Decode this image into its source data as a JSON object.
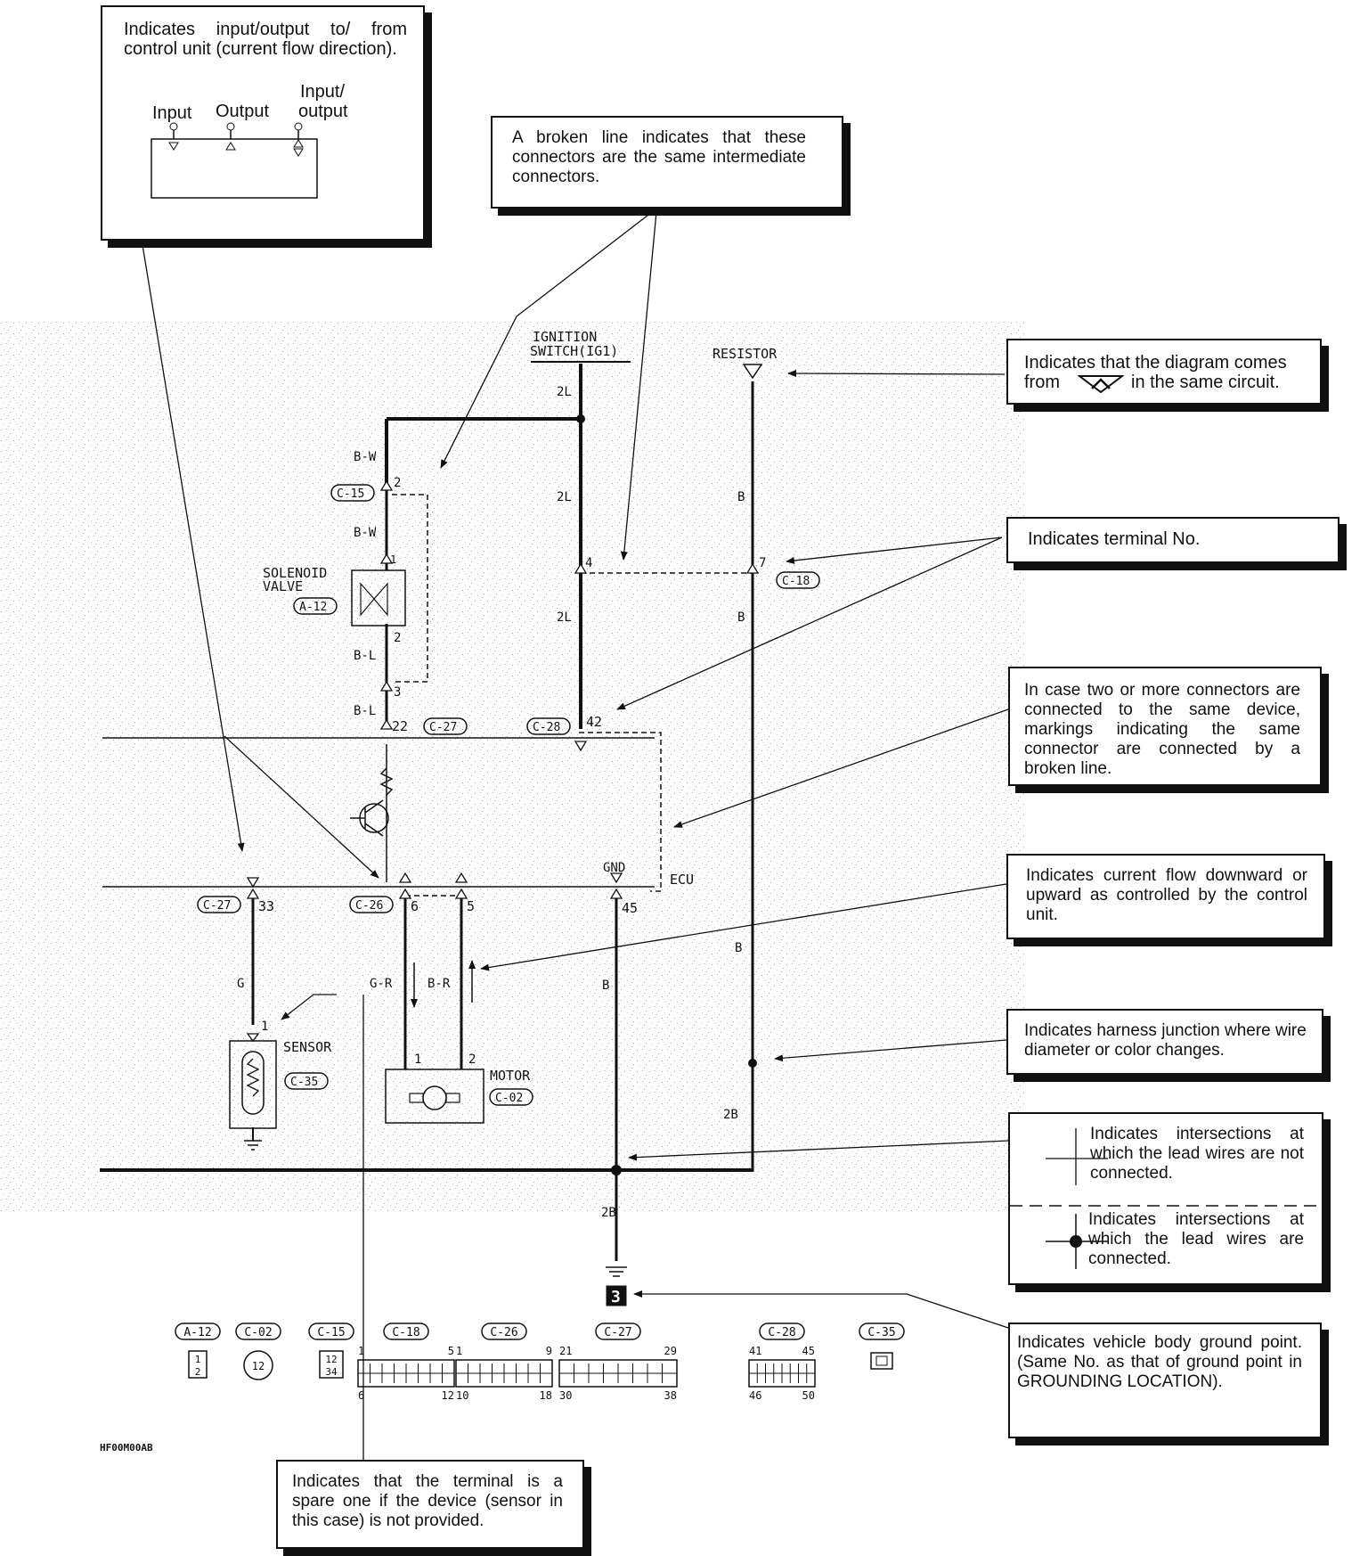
{
  "callouts": {
    "io": {
      "text": "Indicates input/output to/ from control unit (current flow direction).",
      "input": "Input",
      "output": "Output",
      "io_l1": "Input/",
      "io_l2": "output"
    },
    "broken_line": "A broken line indicates that these connectors are the same intermediate connectors.",
    "diagram_from_1": "Indicates that the diagram comes",
    "diagram_from_2a": "from",
    "diagram_from_2b": "in the same circuit.",
    "terminal_no": "Indicates terminal No.",
    "same_device": "In case two or more connectors are connected to the same device, markings indicating the same connector are connected by a broken line.",
    "current_flow": "Indicates current flow downward or upward as controlled by the control unit.",
    "harness_junction": "Indicates harness junction where wire diameter or color changes.",
    "not_connected": "Indicates intersections at which the lead wires are not connected.",
    "connected": "Indicates intersections at which the lead wires are connected.",
    "ground_point": "Indicates vehicle body ground point. (Same No. as that of ground point in GROUNDING LOCATION).",
    "spare": "Indicates that the terminal is a spare one if the device (sensor in this case) is not provided."
  },
  "diagram": {
    "ignition_l1": "IGNITION",
    "ignition_l2": "SWITCH(IG1)",
    "resistor": "RESISTOR",
    "solenoid_l1": "SOLENOID",
    "solenoid_l2": "VALVE",
    "sensor": "SENSOR",
    "motor": "MOTOR",
    "ecu": "ECU",
    "gnd": "GND",
    "ground_no": "3",
    "figure_code": "HF00M00AB",
    "wires": {
      "w2L": "2L",
      "wB": "B",
      "wBW": "B-W",
      "wBL": "B-L",
      "wG": "G",
      "wGR": "G-R",
      "wBR": "B-R",
      "w2B": "2B"
    },
    "terminals": {
      "t2": "2",
      "t1": "1",
      "t3": "3",
      "t4": "4",
      "t7": "7",
      "t22": "22",
      "t42": "42",
      "t33": "33",
      "t6": "6",
      "t5": "5",
      "t45": "45",
      "t1m": "1",
      "t2m": "2",
      "t1s": "1"
    },
    "connector_tags": {
      "c15": "C-15",
      "a12": "A-12",
      "c18": "C-18",
      "c27": "C-27",
      "c28": "C-28",
      "c26": "C-26",
      "c35": "C-35",
      "c02": "C-02"
    }
  },
  "connector_table": [
    {
      "name": "A-12",
      "pins": [
        "1",
        "2"
      ]
    },
    {
      "name": "C-02",
      "pins": [
        "1",
        "2"
      ]
    },
    {
      "name": "C-15",
      "pins": [
        "1",
        "2",
        "3",
        "4"
      ]
    },
    {
      "name": "C-18",
      "pins": [
        "1",
        "5",
        "6",
        "12"
      ]
    },
    {
      "name": "C-26",
      "pins": [
        "1",
        "9",
        "10",
        "18"
      ]
    },
    {
      "name": "C-27",
      "pins": [
        "21",
        "29",
        "30",
        "38"
      ]
    },
    {
      "name": "C-28",
      "pins": [
        "41",
        "45",
        "46",
        "50"
      ]
    },
    {
      "name": "C-35",
      "pins": []
    }
  ]
}
